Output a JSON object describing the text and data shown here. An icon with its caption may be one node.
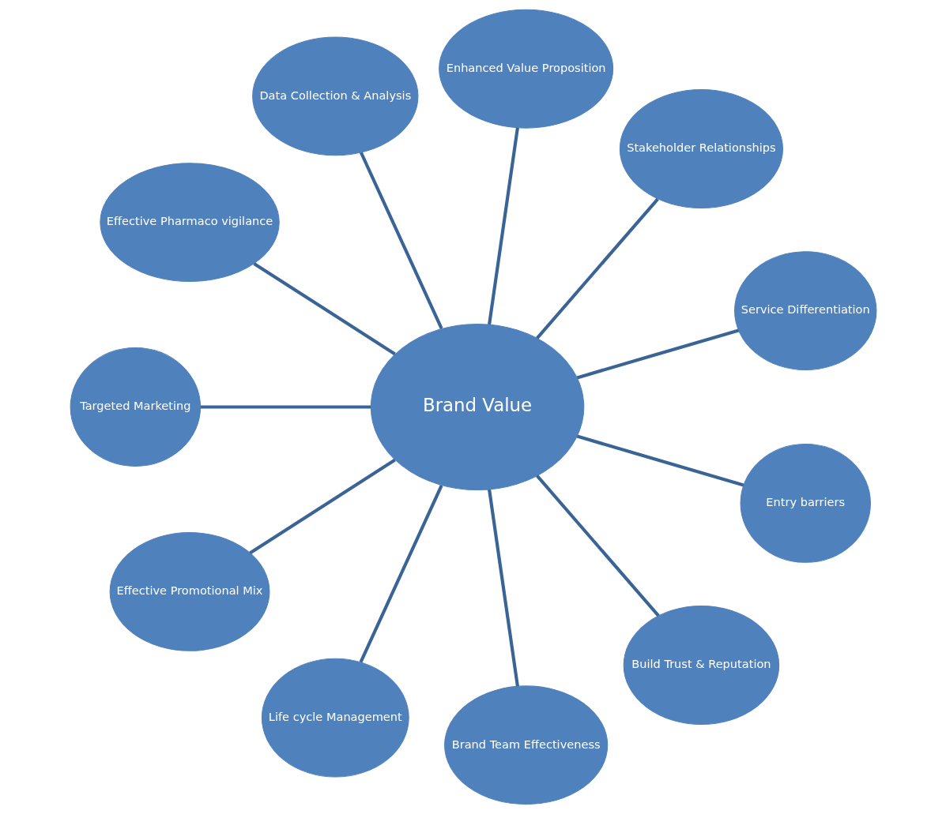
{
  "diagram": {
    "nodes": [
      {
        "text": [
          "Brand Value"
        ]
      },
      {
        "text": [
          "Service Differentiation"
        ]
      },
      {
        "text": [
          "Stakeholder Relationships"
        ]
      },
      {
        "text": [
          "Enhanced Value Proposition"
        ]
      },
      {
        "text": [
          "Data Collection & Analysis"
        ]
      },
      {
        "text": [
          "Effective Pharmaco vigilance"
        ]
      },
      {
        "text": [
          "Targeted Marketing"
        ]
      },
      {
        "text": [
          "Effective Promotional Mix"
        ]
      },
      {
        "text": [
          "Life cycle Management"
        ]
      },
      {
        "text": [
          "Brand Team Effectiveness"
        ]
      },
      {
        "text": [
          "Build Trust & Reputation"
        ]
      },
      {
        "text": [
          "Entry barriers"
        ]
      }
    ],
    "edges": [
      {
        "from": 0,
        "to": 1,
        "arrow": "none"
      },
      {
        "from": 0,
        "to": 2,
        "arrow": "none"
      },
      {
        "from": 0,
        "to": 3,
        "arrow": "none"
      },
      {
        "from": 0,
        "to": 4,
        "arrow": "none"
      },
      {
        "from": 0,
        "to": 5,
        "arrow": "none"
      },
      {
        "from": 0,
        "to": 6,
        "arrow": "none"
      },
      {
        "from": 0,
        "to": 7,
        "arrow": "none"
      },
      {
        "from": 0,
        "to": 8,
        "arrow": "none"
      },
      {
        "from": 0,
        "to": 9,
        "arrow": "none"
      },
      {
        "from": 0,
        "to": 10,
        "arrow": "none"
      },
      {
        "from": 0,
        "to": 11,
        "arrow": "none"
      }
    ]
  }
}
